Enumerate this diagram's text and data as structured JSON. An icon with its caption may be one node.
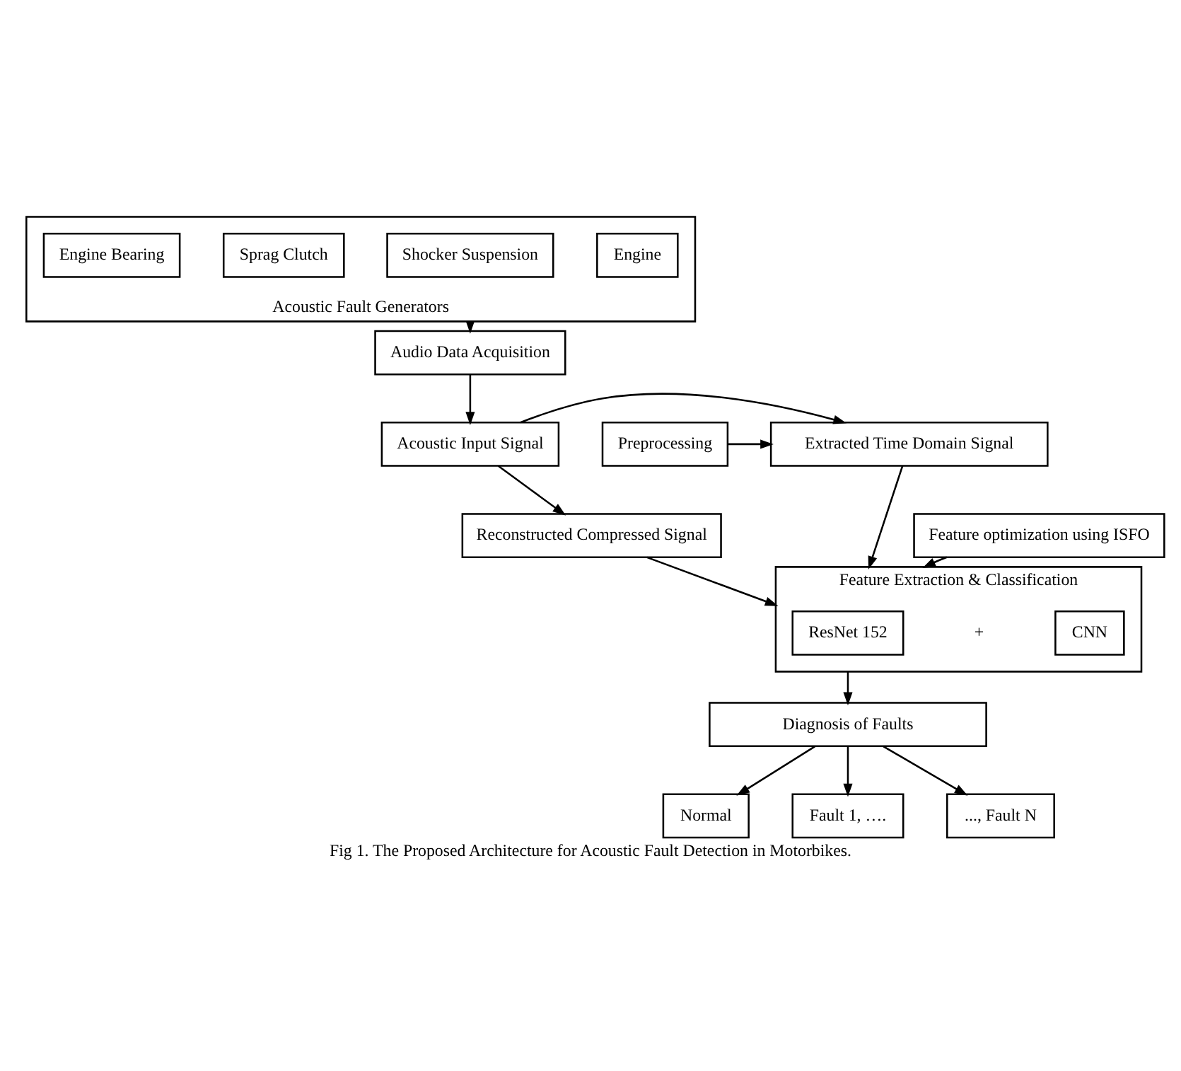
{
  "diagram": {
    "caption": "Fig 1. The Proposed Architecture for Acoustic Fault Detection in Motorbikes.",
    "nodes": [
      {
        "text": [
          "Acoustic Fault Generators"
        ]
      },
      {
        "text": [
          "Engine Bearing"
        ],
        "in": 0
      },
      {
        "text": [
          "Sprag Clutch"
        ],
        "in": 0
      },
      {
        "text": [
          "Shocker Suspension"
        ],
        "in": 0
      },
      {
        "text": [
          "Engine"
        ],
        "in": 0
      },
      {
        "text": [
          "Audio Data Acquisition"
        ]
      },
      {
        "text": [
          "Preprocessing"
        ]
      },
      {
        "text": [
          "Extracted Time Domain Signal"
        ]
      },
      {
        "text": [
          "Acoustic Input Signal"
        ]
      },
      {
        "text": [
          "Feature optimization using ISFO"
        ]
      },
      {
        "text": [
          "Feature Extraction & Classification"
        ]
      },
      {
        "text": [
          "ResNet 152"
        ],
        "in": 10
      },
      {
        "text": [
          "CNN"
        ],
        "in": 10
      },
      {
        "text": [
          "Reconstructed Compressed Signal"
        ]
      },
      {
        "text": [
          "Diagnosis of Faults"
        ]
      },
      {
        "text": [
          "Normal"
        ]
      },
      {
        "text": [
          "Fault 1, …."
        ]
      },
      {
        "text": [
          "..., Fault N"
        ]
      }
    ],
    "edges": [
      {
        "from": 0,
        "to": 5,
        "arrow": "to"
      },
      {
        "from": 5,
        "to": 8,
        "arrow": "to"
      },
      {
        "from": 8,
        "to": 7,
        "arrow": "to"
      },
      {
        "from": 6,
        "to": 7,
        "arrow": "to"
      },
      {
        "from": 7,
        "to": 10,
        "arrow": "to"
      },
      {
        "from": 8,
        "to": 13,
        "arrow": "to"
      },
      {
        "from": 13,
        "to": 10,
        "arrow": "to"
      },
      {
        "from": 9,
        "to": 10,
        "arrow": "to"
      },
      {
        "from": 10,
        "to": 14,
        "arrow": "to"
      },
      {
        "from": 14,
        "to": 15,
        "arrow": "to"
      },
      {
        "from": 14,
        "to": 16,
        "arrow": "to"
      },
      {
        "from": 14,
        "to": 17,
        "arrow": "to"
      }
    ],
    "labels": [
      "+"
    ]
  }
}
